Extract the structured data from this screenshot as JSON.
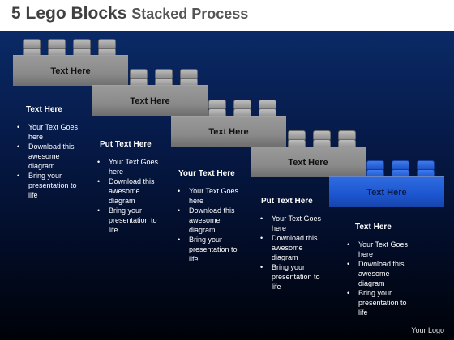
{
  "title": {
    "strong": "5 Lego Blocks",
    "soft": "Stacked Process"
  },
  "colors": {
    "gray_block": "#8a8a8a",
    "blue_block": "#1c55cf",
    "background_top": "#0a2a66",
    "background_bottom": "#000208"
  },
  "blocks": [
    {
      "label": "Text Here",
      "color": "gray"
    },
    {
      "label": "Text Here",
      "color": "gray"
    },
    {
      "label": "Text Here",
      "color": "gray"
    },
    {
      "label": "Text Here",
      "color": "gray"
    },
    {
      "label": "Text Here",
      "color": "blue"
    }
  ],
  "text_blocks": [
    {
      "heading": "Text Here",
      "items": [
        "Your Text Goes here",
        "Download this awesome diagram",
        "Bring your presentation to life"
      ]
    },
    {
      "heading": "Put Text Here",
      "items": [
        "Your Text Goes here",
        "Download this awesome diagram",
        "Bring your presentation to life"
      ]
    },
    {
      "heading": "Your Text Here",
      "items": [
        "Your Text Goes here",
        "Download this awesome diagram",
        "Bring your presentation to life"
      ]
    },
    {
      "heading": "Put Text Here",
      "items": [
        "Your Text Goes here",
        "Download this awesome diagram",
        "Bring your presentation to life"
      ]
    },
    {
      "heading": "Text Here",
      "items": [
        "Your Text Goes here",
        "Download this awesome diagram",
        "Bring your presentation to life"
      ]
    }
  ],
  "footer": "Your Logo"
}
